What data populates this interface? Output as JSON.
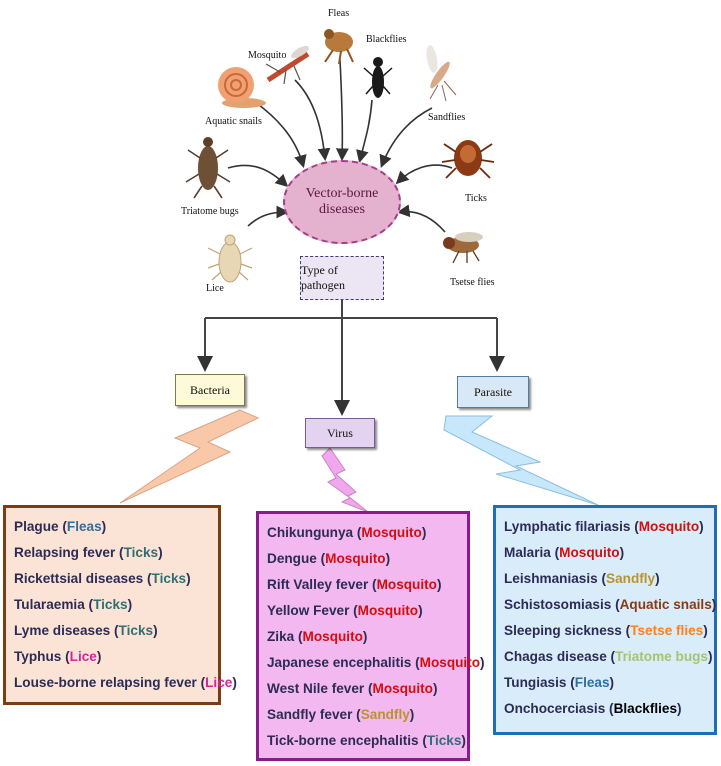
{
  "vectors": [
    {
      "id": "fleas",
      "label": "Fleas"
    },
    {
      "id": "mosquito",
      "label": "Mosquito"
    },
    {
      "id": "blackflies",
      "label": "Blackflies"
    },
    {
      "id": "aquatic_snails",
      "label": "Aquatic snails"
    },
    {
      "id": "sandflies",
      "label": "Sandflies"
    },
    {
      "id": "triatome_bugs",
      "label": "Triatome bugs"
    },
    {
      "id": "ticks",
      "label": "Ticks"
    },
    {
      "id": "lice",
      "label": "Lice"
    },
    {
      "id": "tsetse_flies",
      "label": "Tsetse flies"
    }
  ],
  "center": {
    "line1": "Vector-borne",
    "line2": "diseases"
  },
  "pathogen_box": {
    "label": "Type of pathogen"
  },
  "categories": {
    "bacteria": {
      "label": "Bacteria"
    },
    "virus": {
      "label": "Virus"
    },
    "parasite": {
      "label": "Parasite"
    }
  },
  "vector_colors": {
    "Fleas": "#2e6da4",
    "Ticks": "#2f6f73",
    "Lice": "#d6249f",
    "Mosquito": "#d40d0d",
    "Sandfly": "#b9932f",
    "Aquatic snails": "#8a3a12",
    "Tsetse flies": "#ff7f1a",
    "Triatome bugs": "#a7c36e",
    "Blackflies": "#000000"
  },
  "lists": {
    "bacteria": [
      {
        "disease": "Plague",
        "vector": "Fleas"
      },
      {
        "disease": "Relapsing fever",
        "vector": "Ticks"
      },
      {
        "disease": "Rickettsial diseases",
        "vector": "Ticks"
      },
      {
        "disease": "Tularaemia",
        "vector": "Ticks"
      },
      {
        "disease": "Lyme diseases",
        "vector": "Ticks"
      },
      {
        "disease": "Typhus",
        "vector": "Lice"
      },
      {
        "disease": "Louse-borne relapsing fever",
        "vector": "Lice"
      }
    ],
    "virus": [
      {
        "disease": "Chikungunya",
        "vector": "Mosquito"
      },
      {
        "disease": "Dengue",
        "vector": "Mosquito"
      },
      {
        "disease": "Rift Valley fever",
        "vector": "Mosquito"
      },
      {
        "disease": "Yellow Fever",
        "vector": "Mosquito"
      },
      {
        "disease": "Zika",
        "vector": "Mosquito"
      },
      {
        "disease": "Japanese encephalitis",
        "vector": "Mosquito"
      },
      {
        "disease": "West Nile fever",
        "vector": "Mosquito"
      },
      {
        "disease": "Sandfly fever",
        "vector": "Sandfly"
      },
      {
        "disease": "Tick-borne encephalitis",
        "vector": "Ticks"
      }
    ],
    "parasite": [
      {
        "disease": "Lymphatic filariasis",
        "vector": "Mosquito"
      },
      {
        "disease": "Malaria",
        "vector": "Mosquito"
      },
      {
        "disease": "Leishmaniasis",
        "vector": "Sandfly"
      },
      {
        "disease": "Schistosomiasis",
        "vector": "Aquatic snails"
      },
      {
        "disease": "Sleeping sickness",
        "vector": "Tsetse flies"
      },
      {
        "disease": "Chagas disease",
        "vector": "Triatome bugs"
      },
      {
        "disease": "Tungiasis",
        "vector": "Fleas"
      },
      {
        "disease": "Onchocerciasis",
        "vector": "Blackflies"
      }
    ]
  }
}
